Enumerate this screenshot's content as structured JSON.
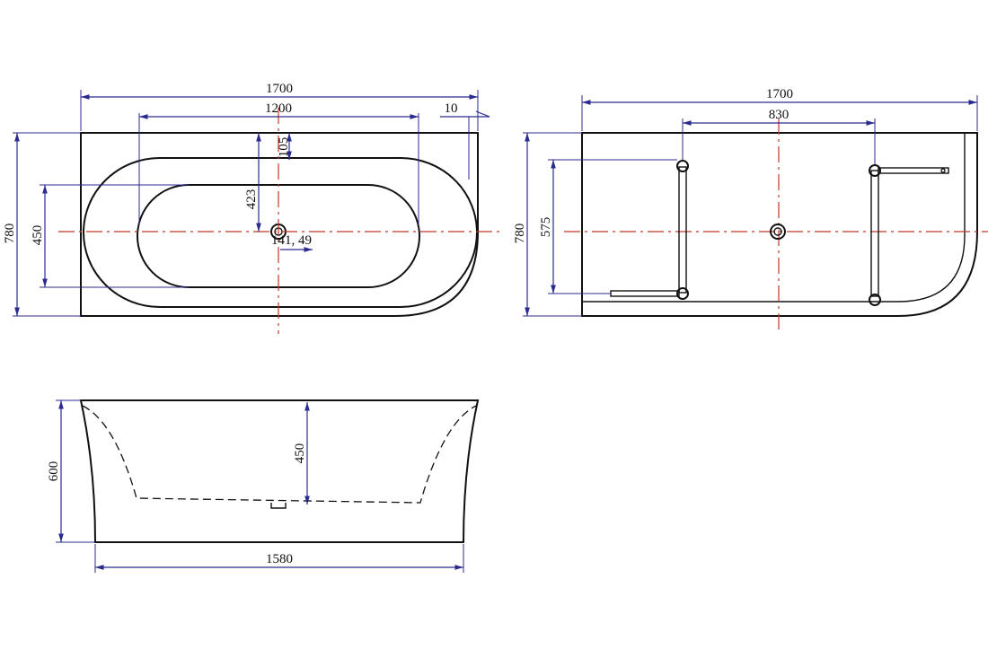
{
  "top_view": {
    "dim_length": "1700",
    "dim_basin_length": "1200",
    "dim_offset": "10",
    "dim_drain_offset": "105",
    "dim_drain_to_basin": "423",
    "dim_width": "780",
    "dim_basin_width": "450",
    "drain_label": "141, 49"
  },
  "underside_view": {
    "dim_length": "1700",
    "dim_frame_length": "830",
    "dim_width": "780",
    "dim_frame_width": "575"
  },
  "side_view": {
    "dim_height": "600",
    "dim_depth": "450",
    "dim_base_length": "1580"
  },
  "colors": {
    "outline": "#111111",
    "dimension": "#2b2b8f",
    "centerline": "#c0392b"
  }
}
